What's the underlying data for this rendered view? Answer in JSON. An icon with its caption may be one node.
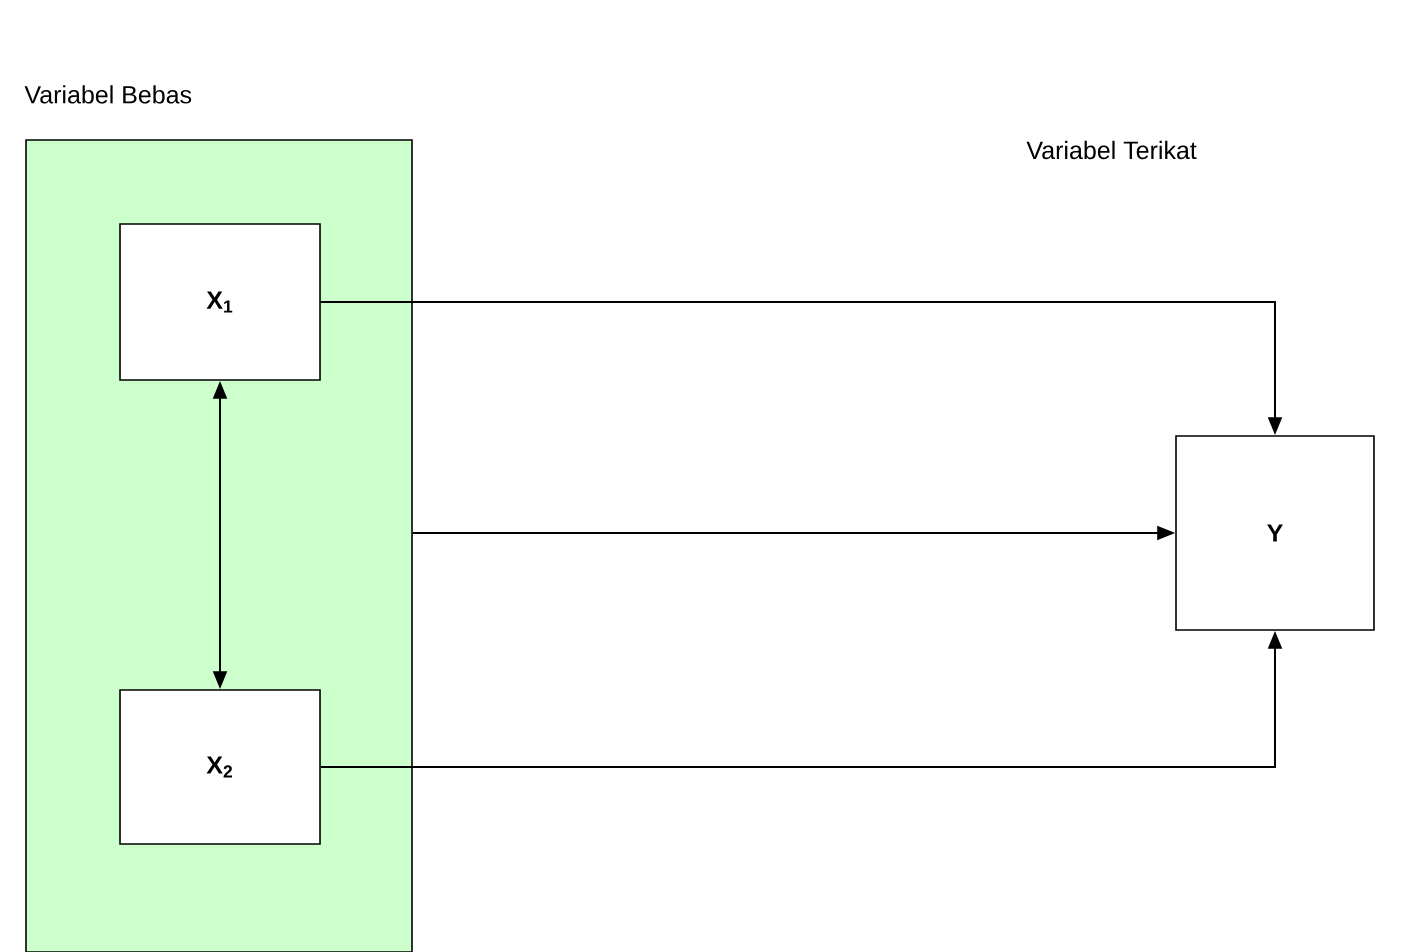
{
  "diagram": {
    "nodes": [
      {
        "text": [
          "Variabel Bebas"
        ]
      },
      {
        "text": [
          "X$_{1}$"
        ],
        "in": 0
      },
      {
        "text": [
          "X$_{2}$"
        ],
        "in": 0
      },
      {
        "text": [
          "Y"
        ]
      }
    ],
    "edges": [
      {
        "from": 1,
        "to": 3,
        "arrow": "to"
      },
      {
        "from": 0,
        "to": 3,
        "arrow": "to"
      },
      {
        "from": 2,
        "to": 3,
        "arrow": "to"
      },
      {
        "from": 1,
        "to": 2,
        "arrow": "both"
      }
    ],
    "labels": [
      "Variabel Terikat"
    ]
  }
}
